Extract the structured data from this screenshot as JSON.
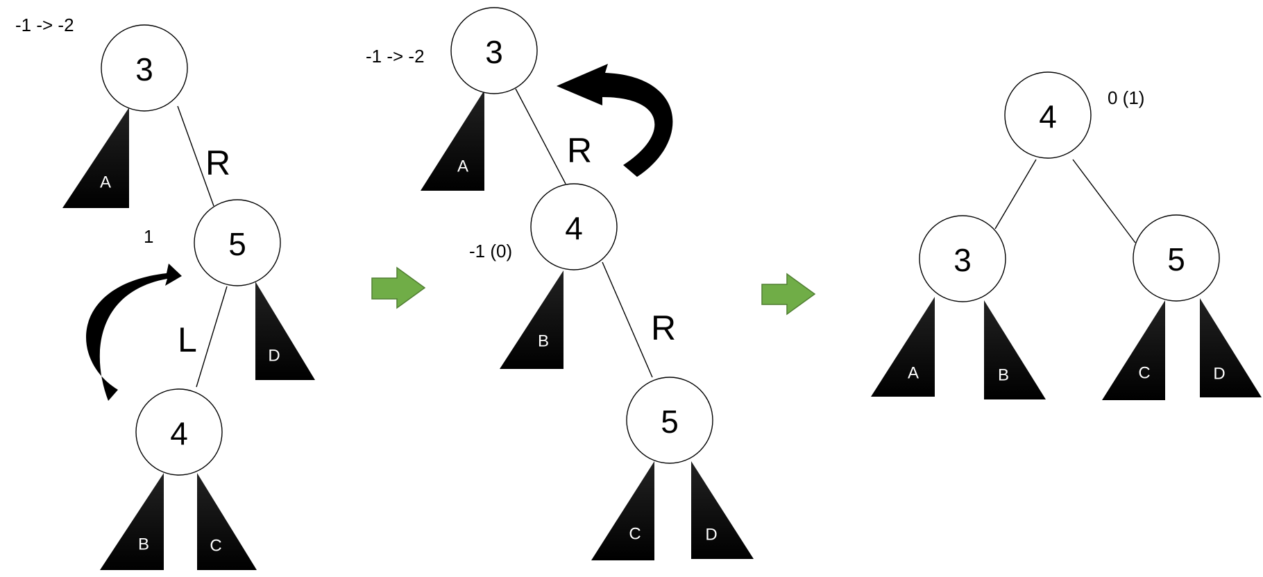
{
  "panel1": {
    "nodes": {
      "top": "3",
      "mid": "5",
      "bot": "4"
    },
    "subtrees": {
      "a": "A",
      "b": "B",
      "c": "C",
      "d": "D"
    },
    "balance_top": "-1 -> -2",
    "balance_mid": "1",
    "dir_top": "R",
    "dir_mid": "L"
  },
  "panel2": {
    "nodes": {
      "top": "3",
      "mid": "4",
      "bot": "5"
    },
    "subtrees": {
      "a": "A",
      "b": "B",
      "c": "C",
      "d": "D"
    },
    "balance_top": "-1 -> -2",
    "balance_mid": "-1 (0)",
    "dir_top": "R",
    "dir_mid": "R"
  },
  "panel3": {
    "nodes": {
      "root": "4",
      "left": "3",
      "right": "5"
    },
    "subtrees": {
      "a": "A",
      "b": "B",
      "c": "C",
      "d": "D"
    },
    "balance_root": "0 (1)"
  },
  "colors": {
    "transition_arrow": "#70ad47",
    "subtree_fill": "#000000",
    "rotation_arrow": "#000000"
  }
}
